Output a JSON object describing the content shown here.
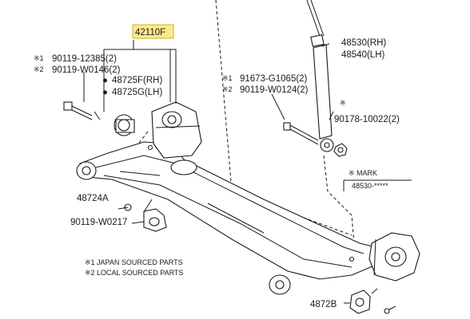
{
  "parts": {
    "beam_assy": "42110F",
    "beam_bolt_1": "90119-12385(2)",
    "beam_bolt_2": "90119-W0146(2)",
    "bushing_rh": "48725F(RH)",
    "bushing_lh": "48725G(LH)",
    "bracket": "48724A",
    "bracket_bolt": "90119-W0217",
    "shock_rh": "48530(RH)",
    "shock_lh": "48540(LH)",
    "shock_bolt_1": "91673-G1065(2)",
    "shock_bolt_2": "90119-W0124(2)",
    "shock_nut": "90178-10022(2)",
    "bottom_part": "4872B"
  },
  "markers": {
    "japan": "※1",
    "local": "※2",
    "dot": "●",
    "star": "※"
  },
  "mark_box": {
    "title": "※ MARK",
    "value": "48530-*****"
  },
  "notes": {
    "japan": "※1 JAPAN SOURCED PARTS",
    "local": "※2 LOCAL SOURCED PARTS"
  },
  "colors": {
    "highlight": "#fde98a",
    "ink": "#1a1a1a",
    "background": "#ffffff"
  }
}
